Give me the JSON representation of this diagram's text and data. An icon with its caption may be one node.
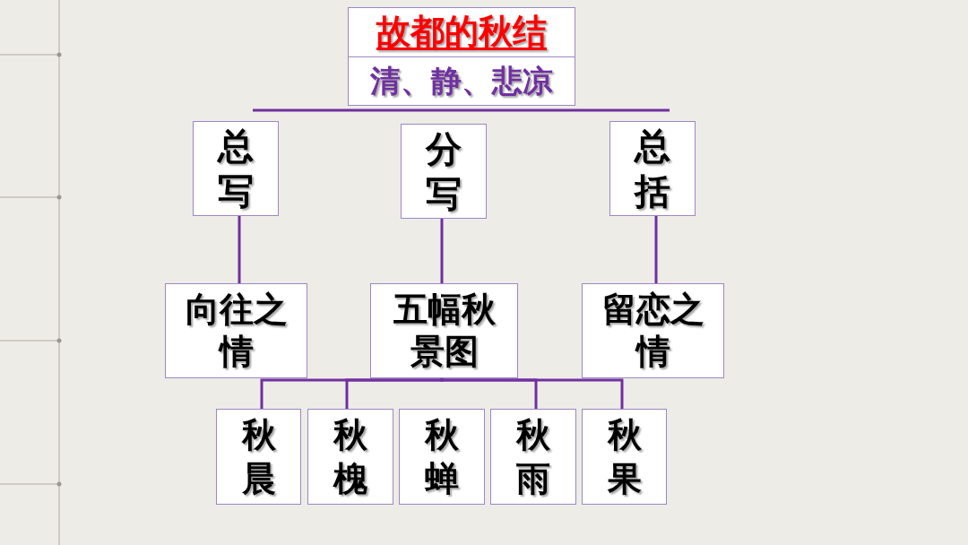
{
  "diagram": {
    "nodes": [
      {
        "text": [
          "故都的秋结",
          "清、静、悲凉"
        ]
      },
      {
        "text": [
          "总写"
        ]
      },
      {
        "text": [
          "分写"
        ]
      },
      {
        "text": [
          "总括"
        ]
      },
      {
        "text": [
          "向往之情"
        ]
      },
      {
        "text": [
          "五幅秋景图"
        ]
      },
      {
        "text": [
          "留恋之情"
        ]
      },
      {
        "text": [
          "秋晨"
        ]
      },
      {
        "text": [
          "秋槐"
        ]
      },
      {
        "text": [
          "秋蝉"
        ]
      },
      {
        "text": [
          "秋雨"
        ]
      },
      {
        "text": [
          "秋果"
        ]
      }
    ],
    "edges": [
      {
        "from": 1,
        "to": 4,
        "arrow": "none"
      },
      {
        "from": 2,
        "to": 5,
        "arrow": "none"
      },
      {
        "from": 3,
        "to": 6,
        "arrow": "none"
      },
      {
        "from": 5,
        "to": 7,
        "arrow": "none"
      },
      {
        "from": 5,
        "to": 8,
        "arrow": "none"
      },
      {
        "from": 5,
        "to": 10,
        "arrow": "none"
      },
      {
        "from": 5,
        "to": 11,
        "arrow": "none"
      }
    ]
  }
}
